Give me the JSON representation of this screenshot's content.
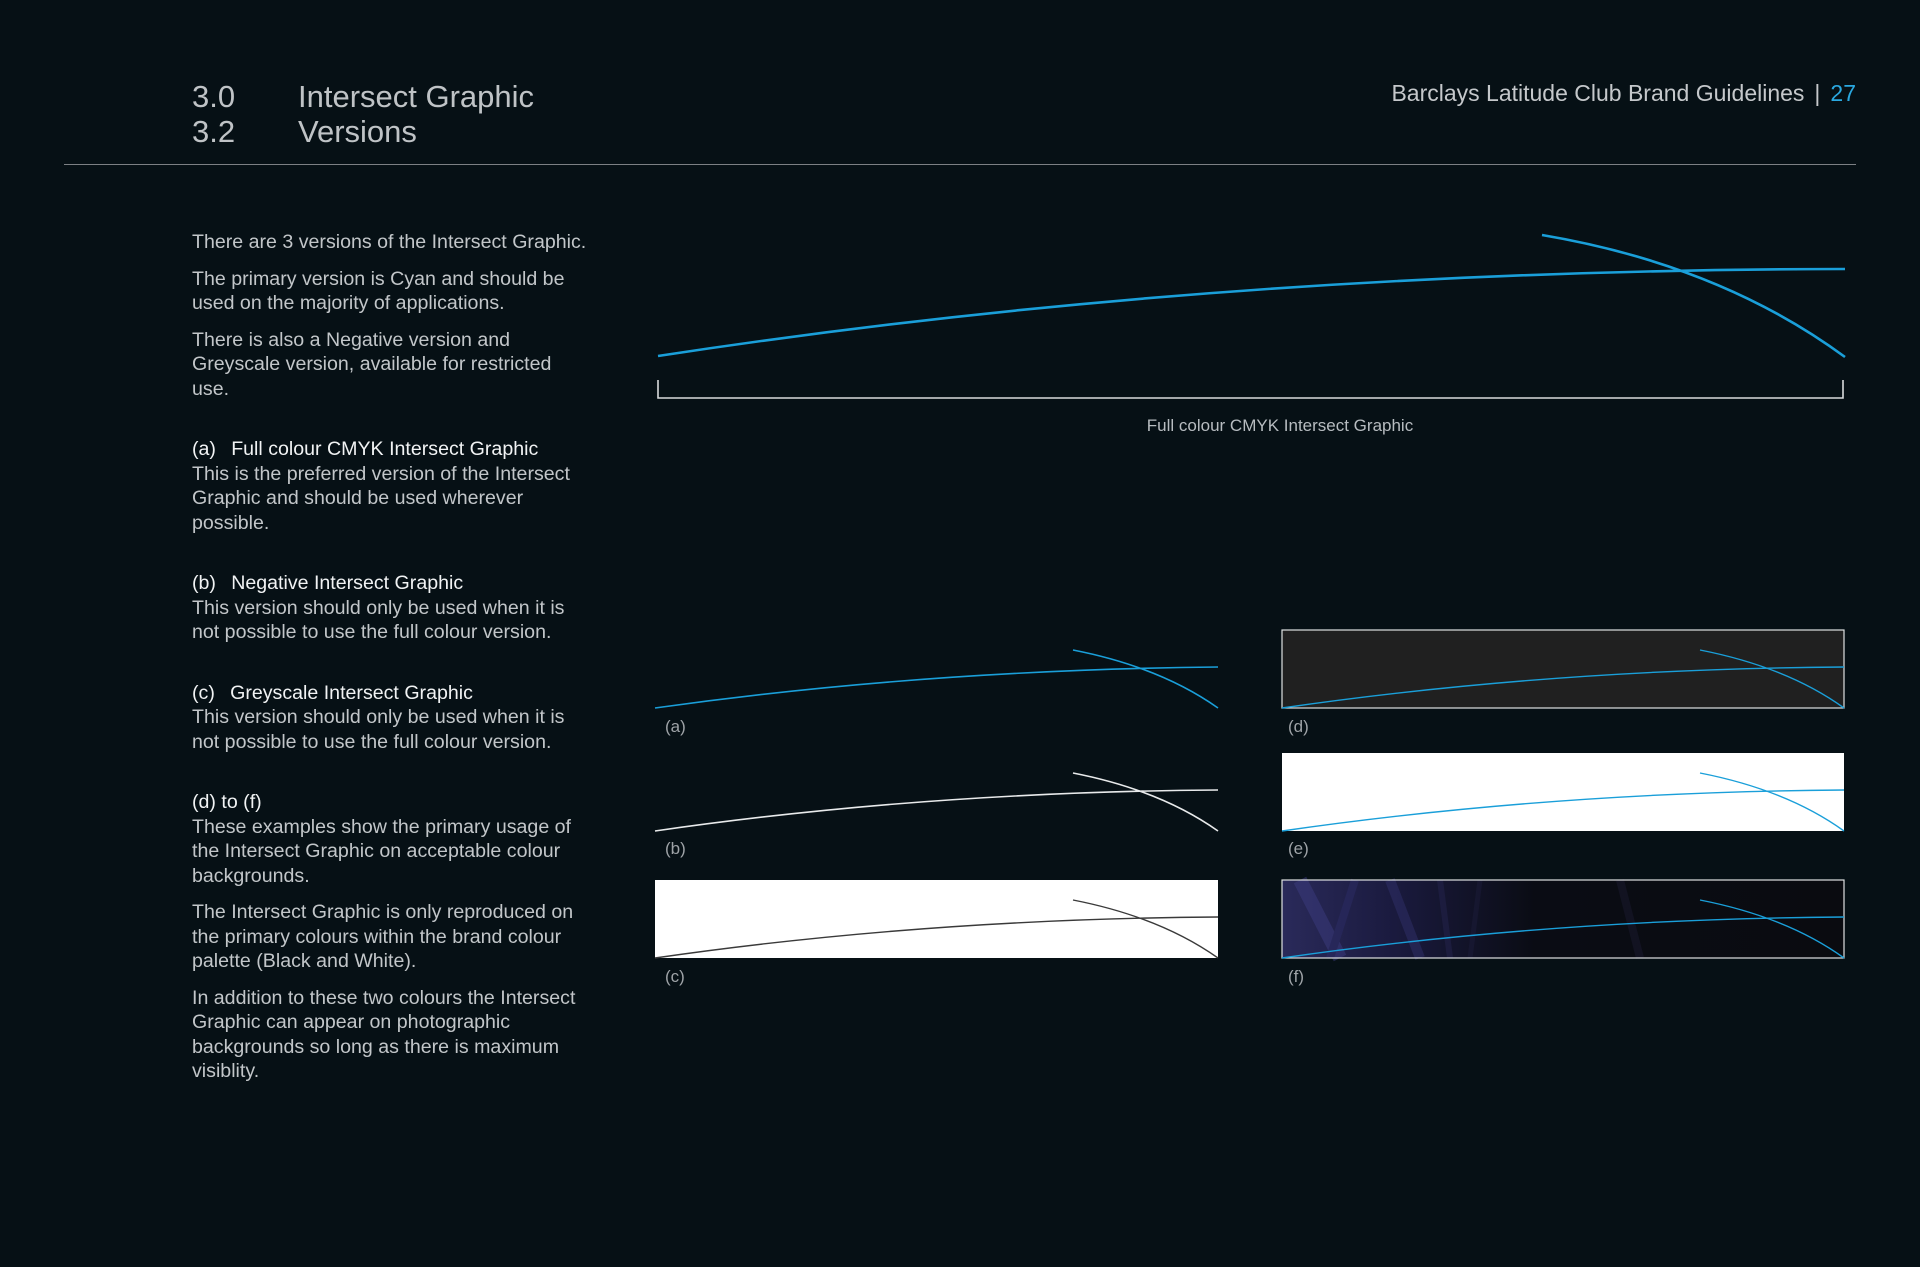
{
  "header": {
    "section_number": "3.0",
    "section_title": "Intersect Graphic",
    "subsection_number": "3.2",
    "subsection_title": "Versions",
    "doc_title": "Barclays Latitude Club Brand Guidelines",
    "separator": "|",
    "page_number": "27"
  },
  "intro": [
    "There are 3 versions of the Intersect Graphic.",
    "The primary version is Cyan and should be used on the majority of applications.",
    "There is also a Negative version and Greyscale version, available for restricted use."
  ],
  "sections": [
    {
      "heading": "(a)  Full colour CMYK Intersect Graphic",
      "paragraphs": [
        "This is the preferred version of the Intersect Graphic and should be used wherever possible."
      ]
    },
    {
      "heading": "(b)  Negative Intersect Graphic",
      "paragraphs": [
        "This version should only be used when it is not possible to use the full colour version."
      ]
    },
    {
      "heading": "(c)  Greyscale Intersect Graphic",
      "paragraphs": [
        "This version should only be used when it is not possible to use the full colour version."
      ]
    },
    {
      "heading": "(d) to (f)",
      "paragraphs": [
        "These examples show the primary usage of the Intersect Graphic on acceptable colour backgrounds.",
        "The Intersect Graphic is only reproduced on the primary colours within the brand colour palette (Black and White).",
        "In addition to these two colours the Intersect Graphic can appear on photographic backgrounds so long as there is maximum visiblity."
      ]
    }
  ],
  "main_caption": "Full colour CMYK Intersect Graphic",
  "versions": [
    {
      "label": "(a)",
      "background": "none",
      "line_color": "#1a9fd9"
    },
    {
      "label": "(b)",
      "background": "none",
      "line_color": "#e8eaeb"
    },
    {
      "label": "(c)",
      "background": "#ffffff",
      "line_color": "#3a3a3a"
    },
    {
      "label": "(d)",
      "background": "#202020",
      "line_color": "#1a9fd9"
    },
    {
      "label": "(e)",
      "background": "#ffffff",
      "line_color": "#1a9fd9"
    },
    {
      "label": "(f)",
      "background": "photographic",
      "line_color": "#1a9fd9"
    }
  ],
  "colors": {
    "cyan": "#1a9fd9",
    "page_background": "#061015"
  }
}
